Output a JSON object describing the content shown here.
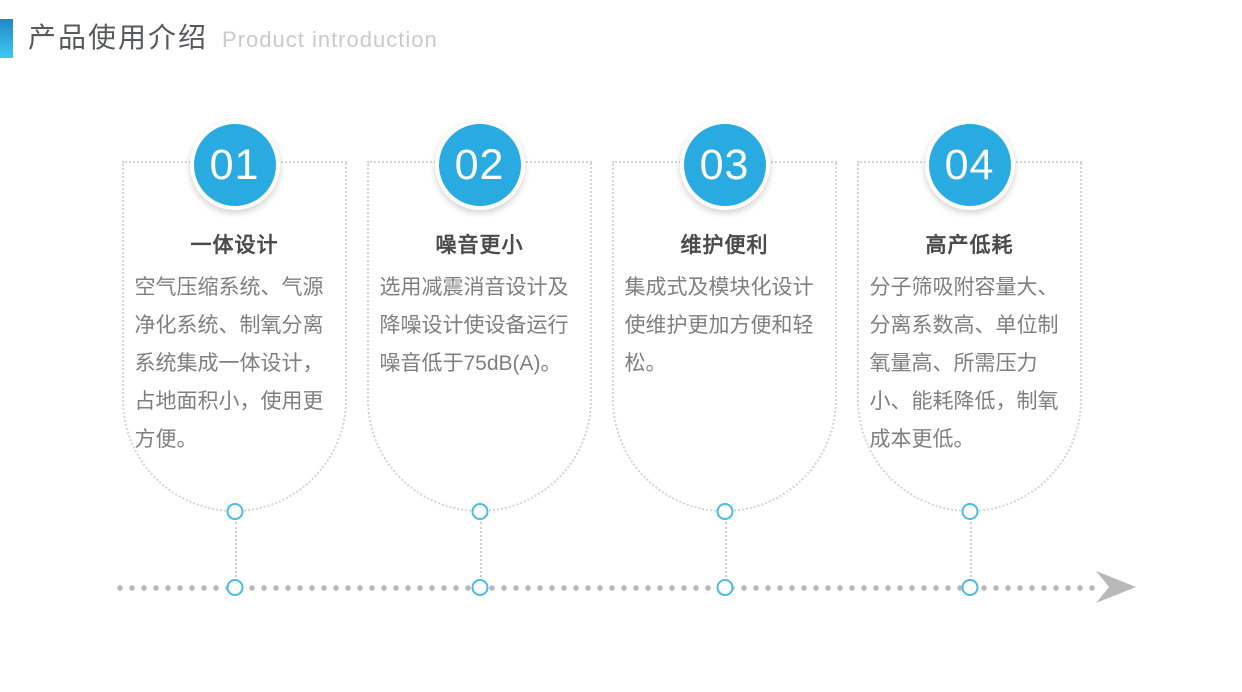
{
  "header": {
    "title_zh": "产品使用介绍",
    "title_en": "Product introduction"
  },
  "cards": [
    {
      "number": "01",
      "title": "一体设计",
      "body": "空气压缩系统、气源净化系统、制氧分离系统集成一体设计，占地面积小，使用更方便。"
    },
    {
      "number": "02",
      "title": "噪音更小",
      "body": "选用减震消音设计及降噪设计使设备运行噪音低于75dB(A)。"
    },
    {
      "number": "03",
      "title": "维护便利",
      "body": "集成式及模块化设计使维护更加方便和轻松。"
    },
    {
      "number": "04",
      "title": "高产低耗",
      "body": "分子筛吸附容量大、分离系数高、单位制氧量高、所需压力小、能耗降低，制氧成本更低。"
    }
  ],
  "timeline": {
    "arrow_icon": "arrow-right"
  },
  "colors": {
    "badge_blue": "#29abe2",
    "node_stroke_blue": "#47bce8",
    "accent_gradient_top": "#2187c8",
    "accent_gradient_bottom": "#3fc9f0",
    "timeline_dot_gray": "#b9b9b9",
    "card_border_gray": "#d4d4d4",
    "title_dark_gray": "#58595b",
    "card_title_gray": "#4b4b4b",
    "body_text_gray": "#7f7f7f",
    "subtitle_light_gray": "#c9cacc"
  }
}
